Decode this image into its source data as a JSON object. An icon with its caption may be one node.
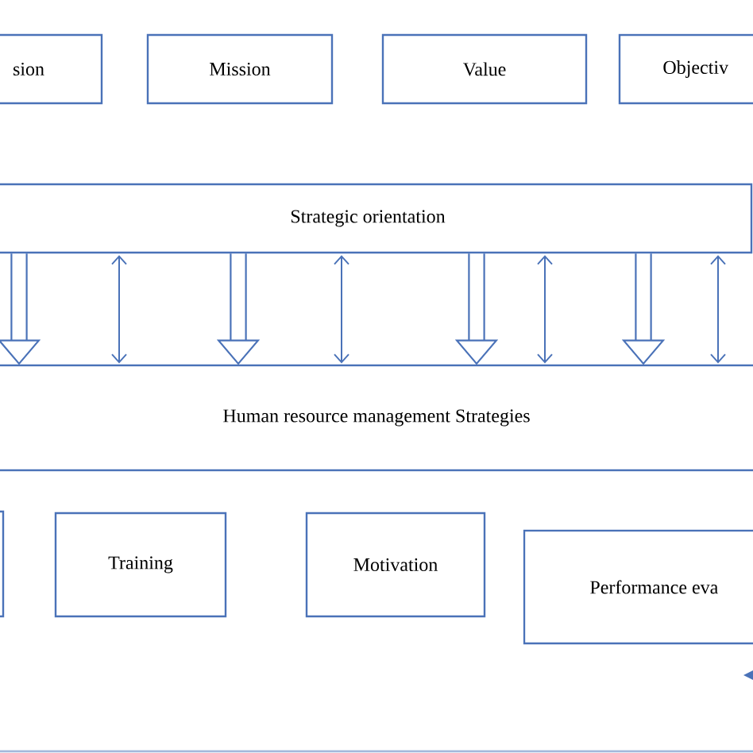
{
  "diagram": {
    "nodes": [
      {
        "text": [
          "sion"
        ]
      },
      {
        "text": [
          "Mission"
        ]
      },
      {
        "text": [
          "Value"
        ]
      },
      {
        "text": [
          "Objectiv"
        ]
      },
      {
        "text": [
          "Strategic orientation"
        ]
      },
      {
        "text": [
          "Human resource management Strategies"
        ]
      },
      {
        "text": [],
        "shape": "box"
      },
      {
        "text": [
          "Training"
        ]
      },
      {
        "text": [
          "Motivation"
        ]
      },
      {
        "text": [
          "Performance eva"
        ]
      }
    ],
    "edges": [
      {
        "from": 4,
        "to": 5,
        "arrow": "to",
        "style": "thick"
      },
      {
        "from": 4,
        "to": 5,
        "arrow": "both"
      },
      {
        "from": 4,
        "to": 5,
        "arrow": "to",
        "style": "thick"
      },
      {
        "from": 4,
        "to": 5,
        "arrow": "both"
      },
      {
        "from": 4,
        "to": 5,
        "arrow": "to",
        "style": "thick"
      },
      {
        "from": 4,
        "to": 5,
        "arrow": "both"
      },
      {
        "from": 4,
        "to": 5,
        "arrow": "to",
        "style": "thick"
      },
      {
        "from": 4,
        "to": 5,
        "arrow": "both"
      }
    ]
  }
}
